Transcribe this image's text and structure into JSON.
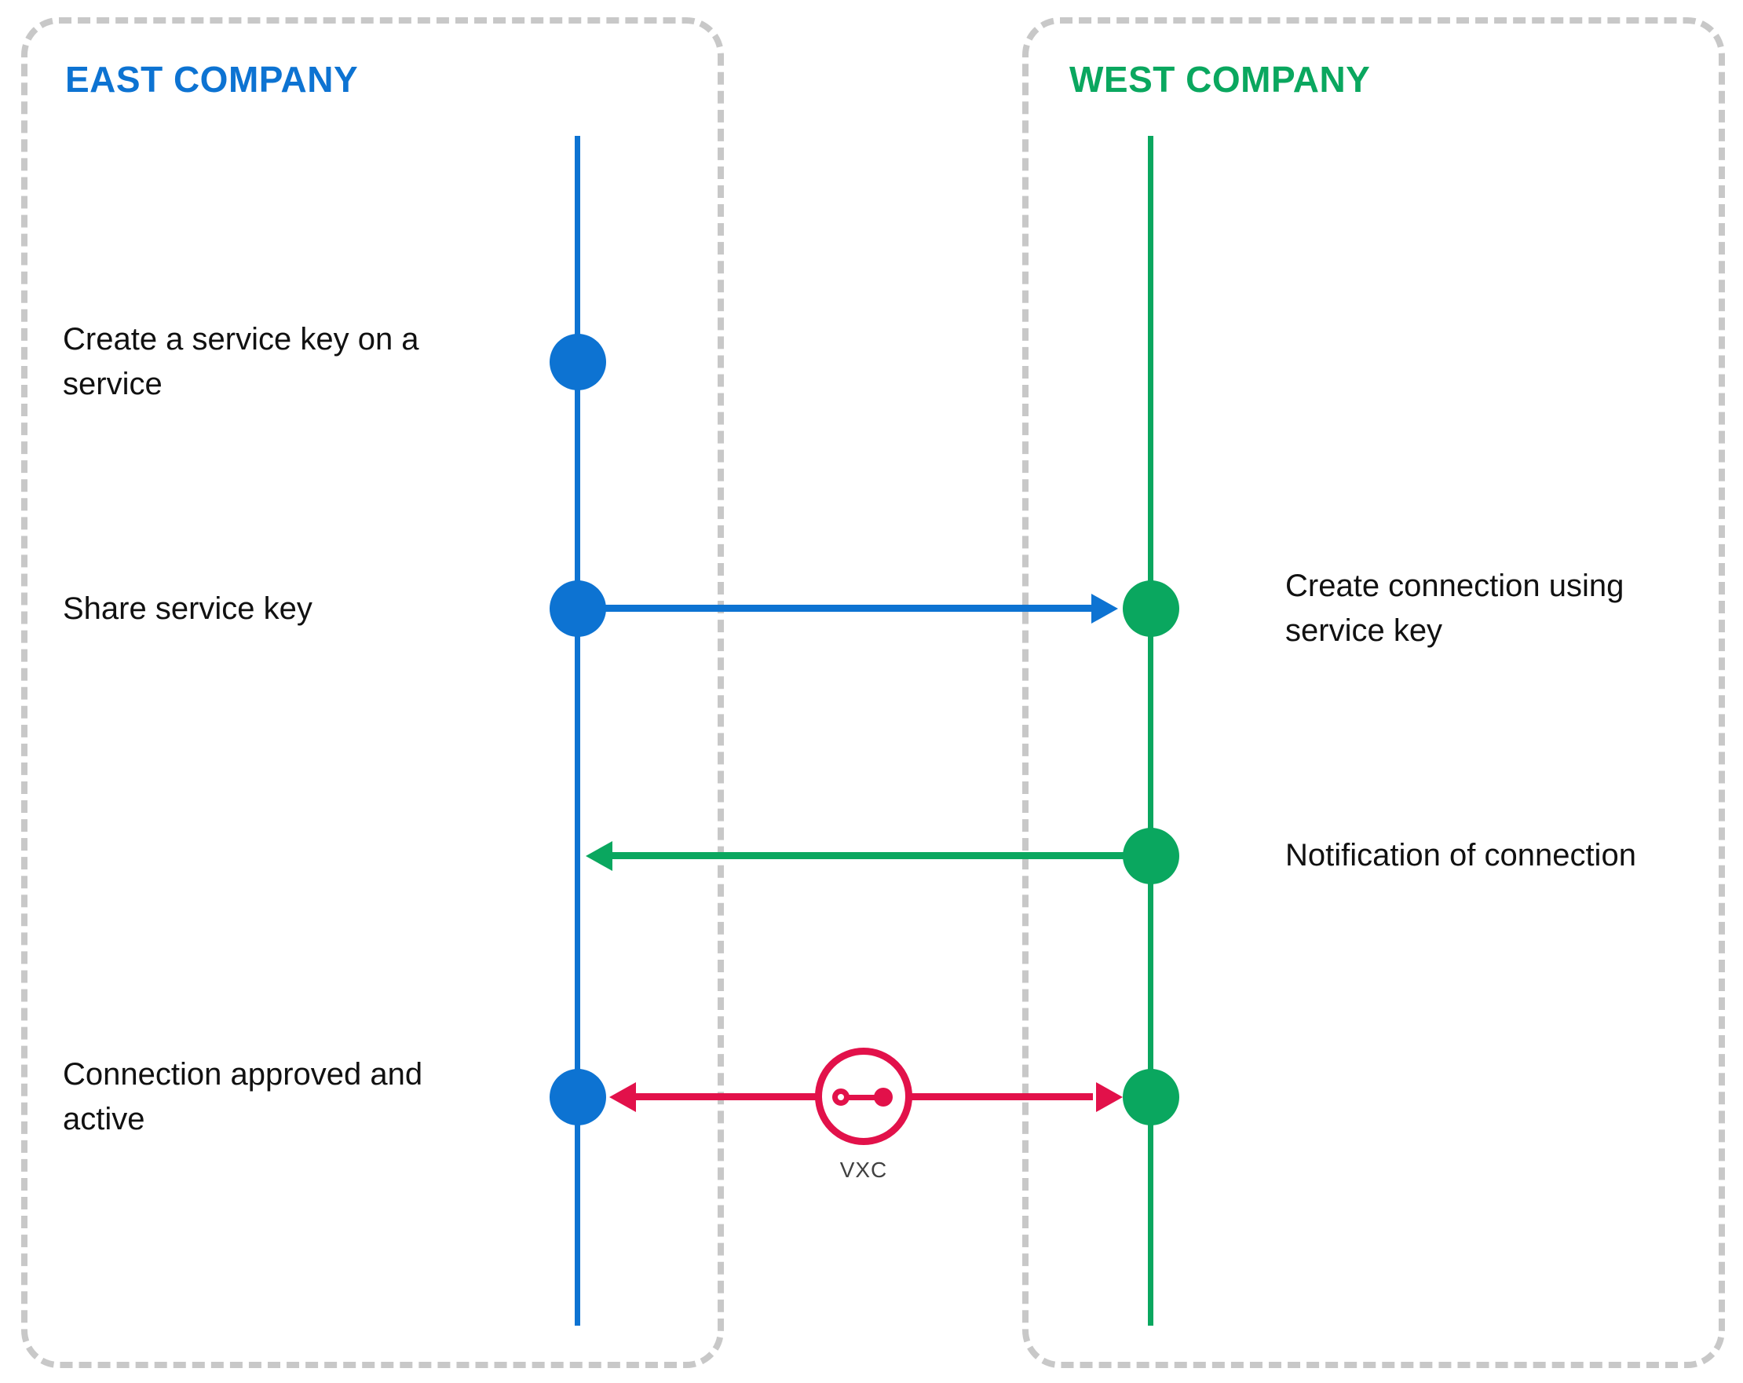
{
  "east": {
    "title": "EAST COMPANY"
  },
  "west": {
    "title": "WEST COMPANY"
  },
  "labels": {
    "create_key": {
      "line1": "Create a service key on a",
      "line2": "service"
    },
    "share_key": "Share service key",
    "create_connection": {
      "line1": "Create connection using",
      "line2": "service key"
    },
    "notification": "Notification of connection",
    "approved": {
      "line1": "Connection approved and",
      "line2": "active"
    },
    "vxc": "VXC"
  },
  "colors": {
    "east_blue": "#0d73d2",
    "west_green": "#0aa75f",
    "vxc_red": "#e2114a",
    "border_gray": "#c8c8c8",
    "label_dark": "#111111",
    "vxc_text": "#414141",
    "background": "#ffffff"
  }
}
